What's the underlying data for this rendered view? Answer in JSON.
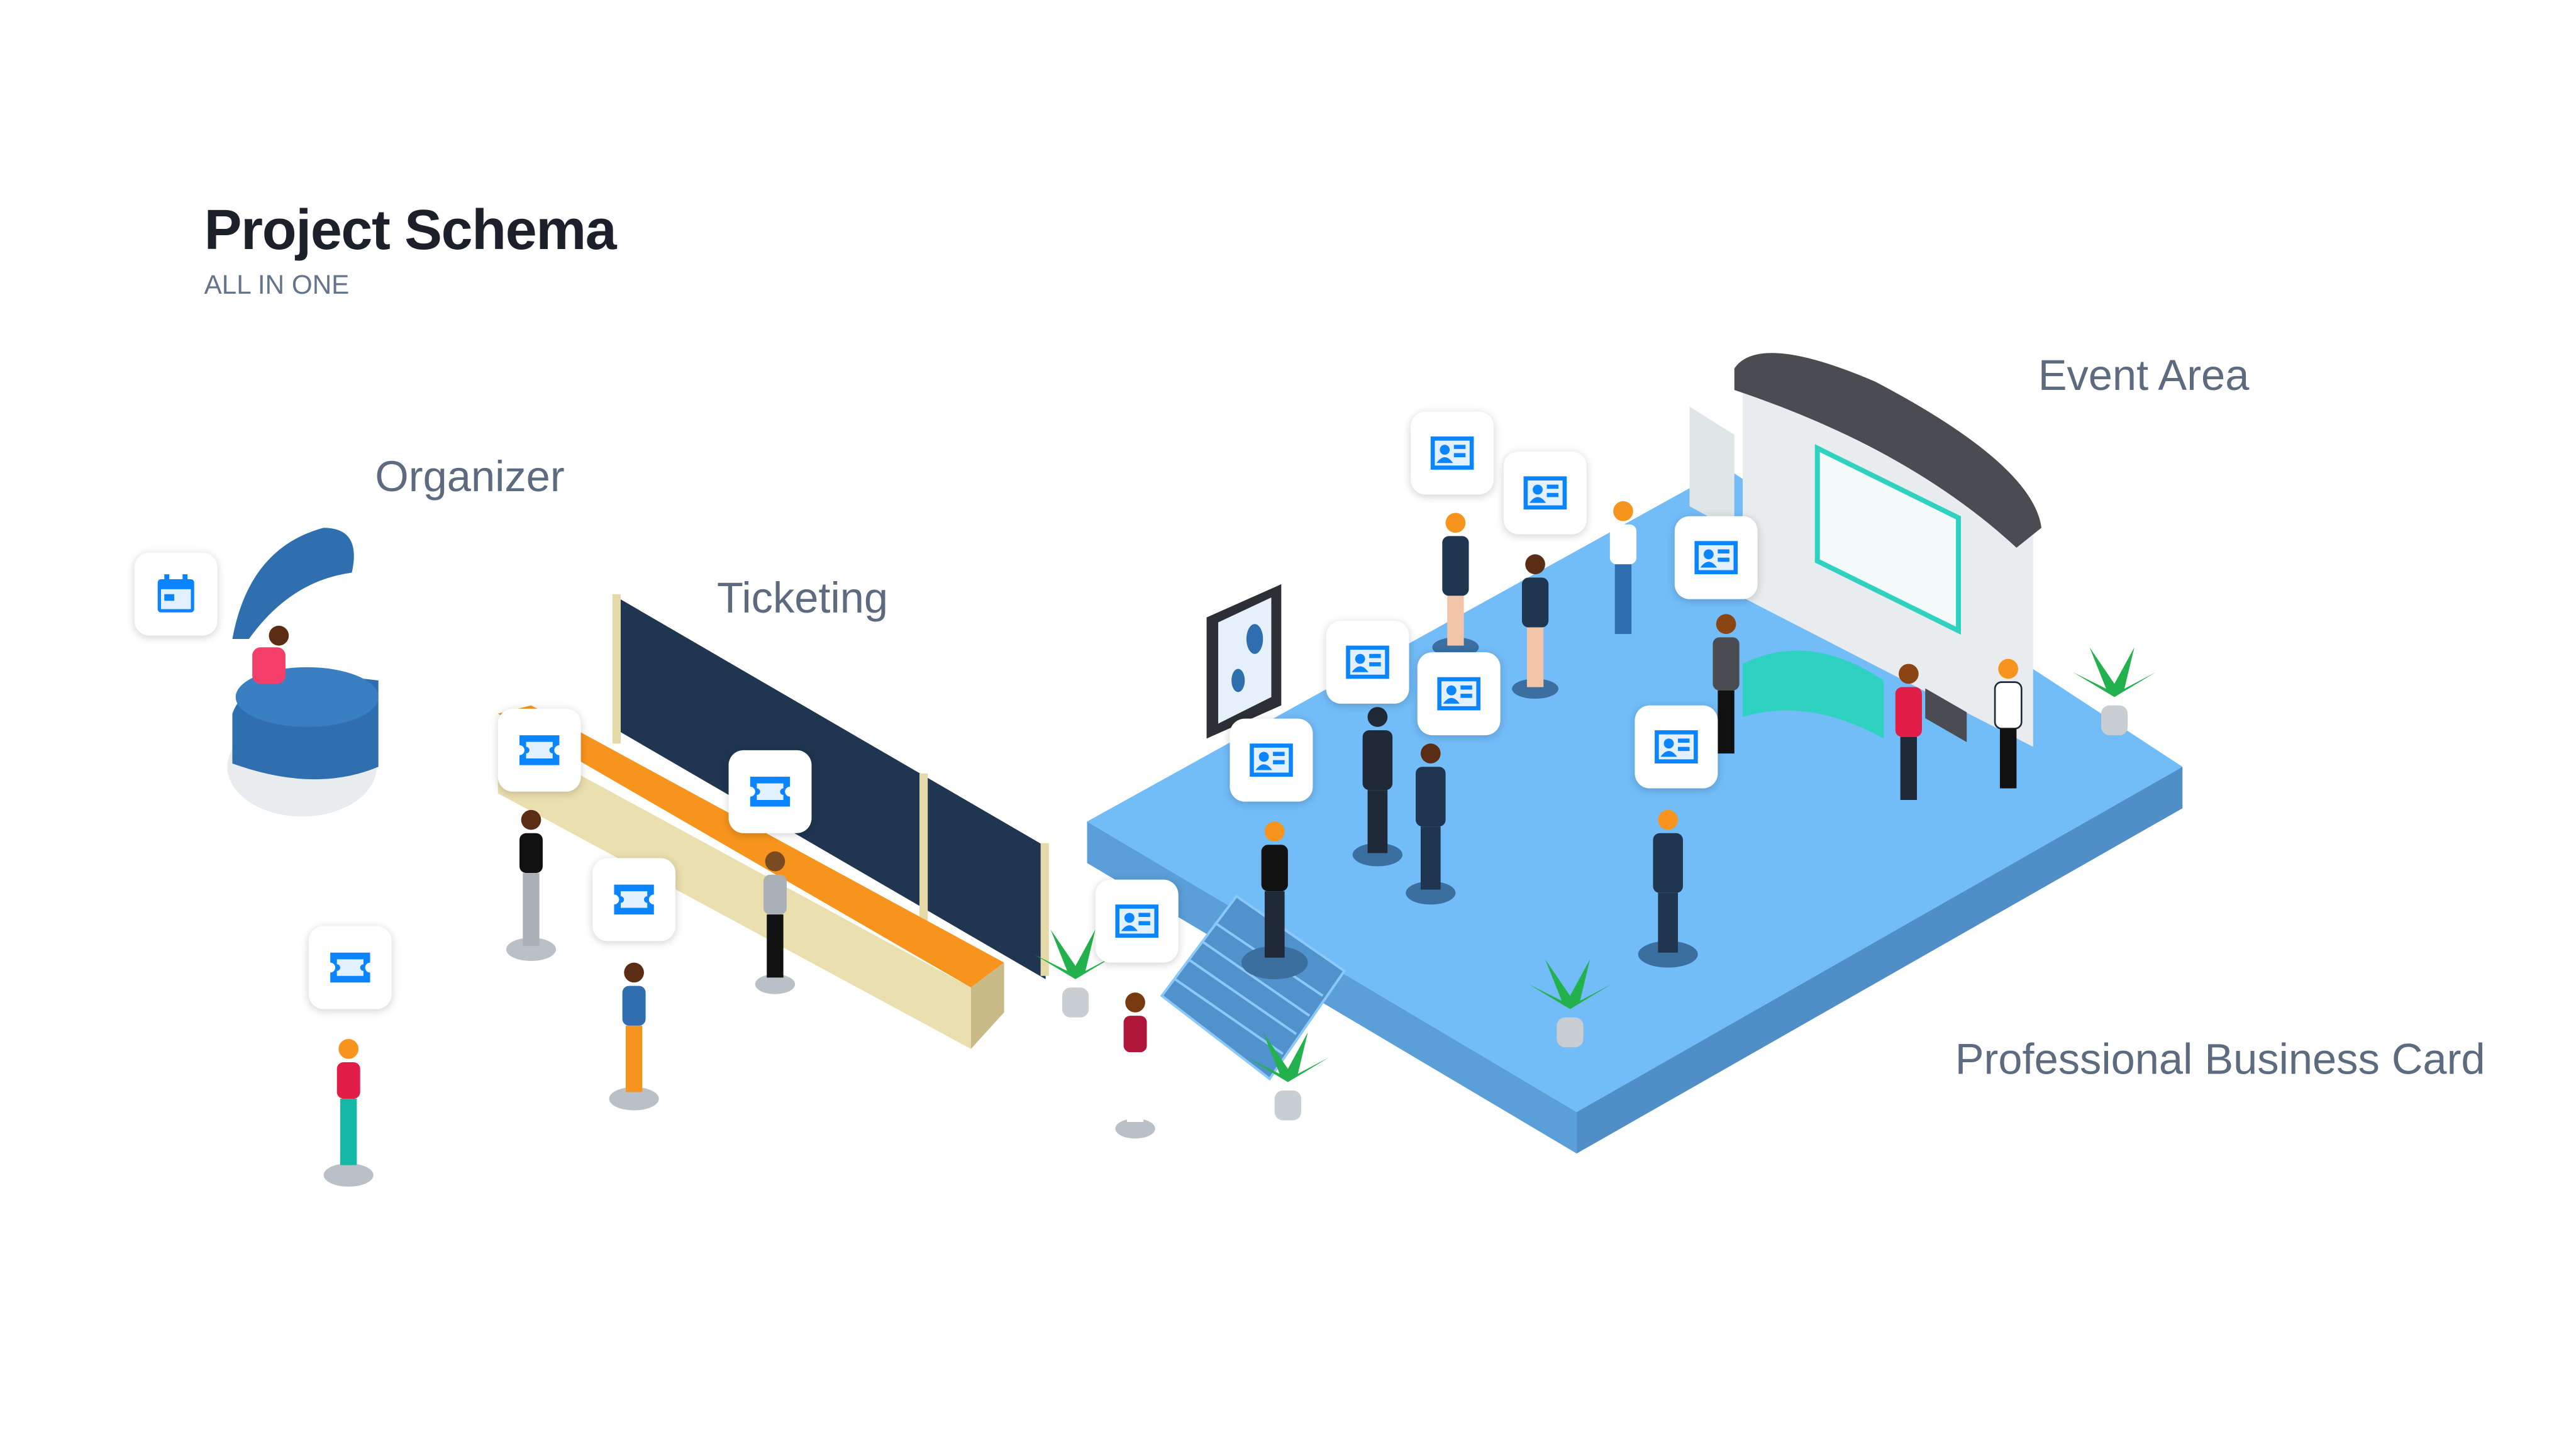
{
  "header": {
    "title": "Project Schema",
    "subtitle": "ALL IN ONE"
  },
  "sections": {
    "organizer": "Organizer",
    "ticketing": "Ticketing",
    "event_area": "Event Area",
    "business_card": "Professional Business Card"
  },
  "icons": {
    "organizer": "calendar-icon",
    "ticketing": "ticket-icon",
    "business_card": "id-card-icon"
  },
  "colors": {
    "accent": "#0a84ff",
    "floor": "#72bcf8",
    "floor_side": "#4f92cc",
    "counter": "#f7941d",
    "wall": "#1f3550",
    "booth": "#2fd1c0"
  }
}
